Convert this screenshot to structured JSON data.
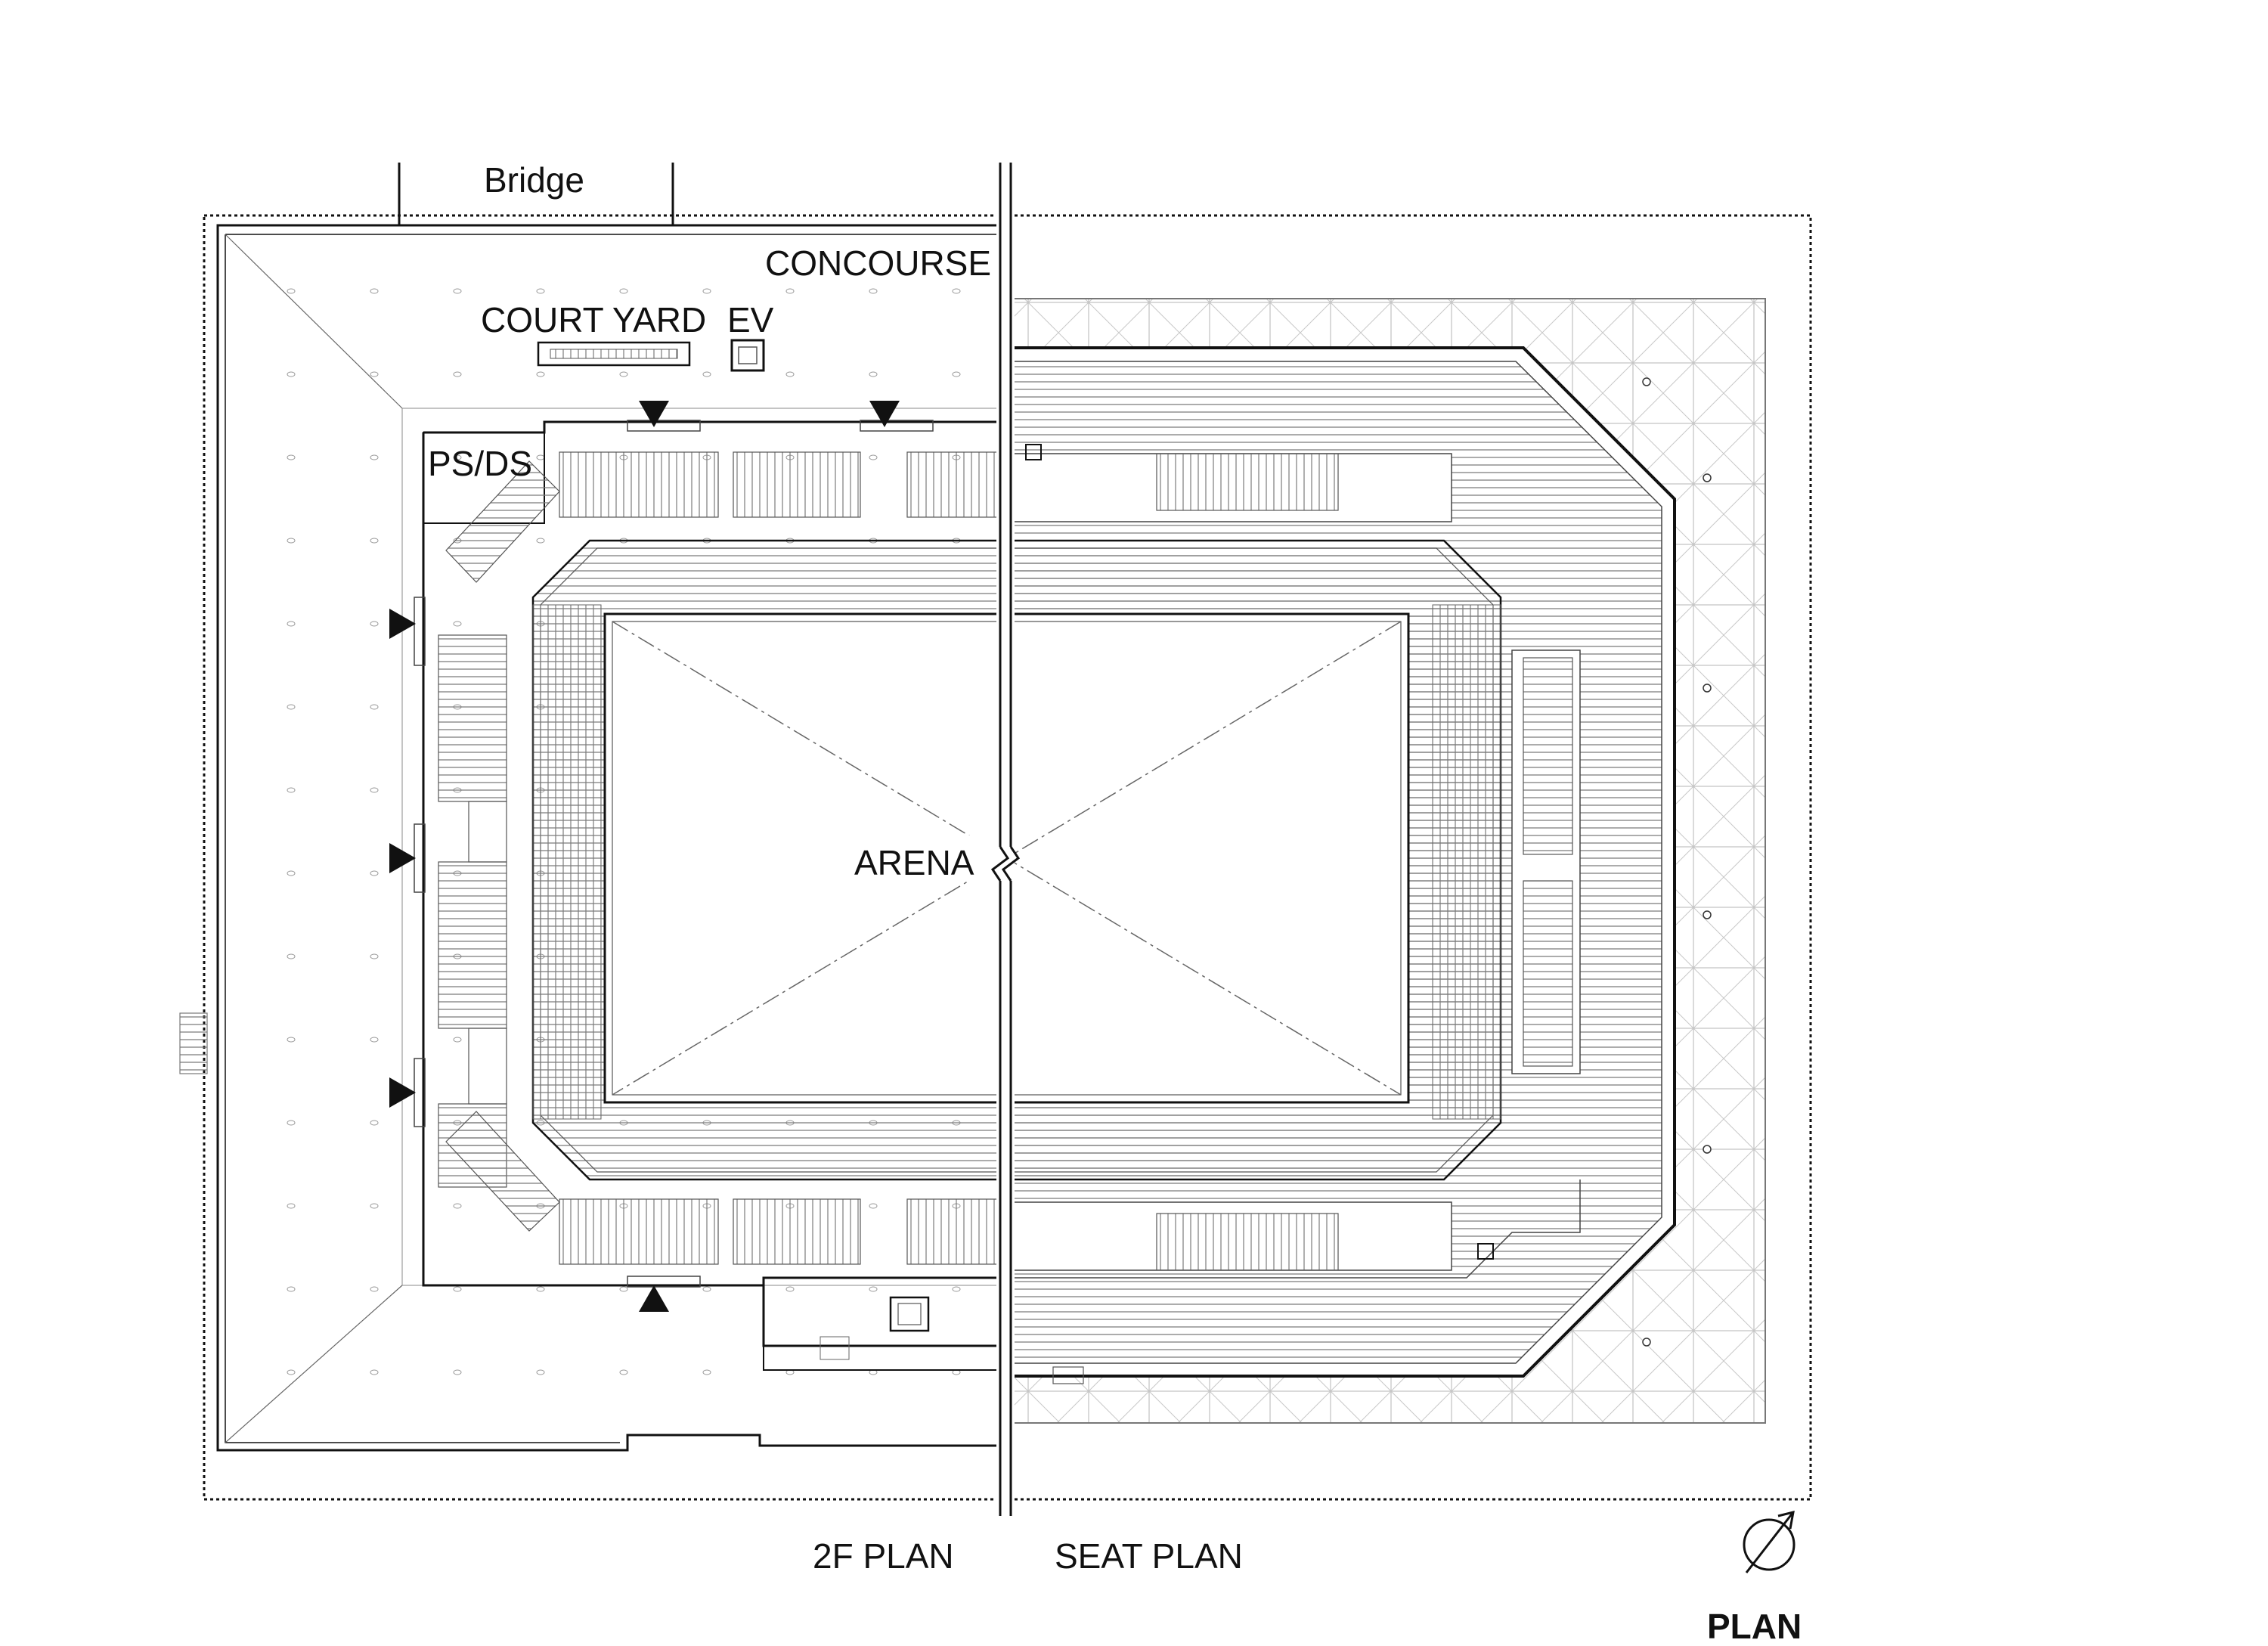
{
  "labels": {
    "bridge": "Bridge",
    "concourse": "CONCOURSE",
    "court_yard": "COURT YARD",
    "ev": "EV",
    "ps_ds": "PS/DS",
    "arena": "ARENA",
    "plan_2f": "2F PLAN",
    "seat_plan": "SEAT PLAN",
    "plan": "PLAN"
  },
  "icons": {
    "north_arrow": "north-arrow-icon",
    "entrance": "entrance-triangle-icon"
  },
  "colors": {
    "line": "#111111",
    "fine_line": "#6b6b6b",
    "background": "#ffffff"
  }
}
